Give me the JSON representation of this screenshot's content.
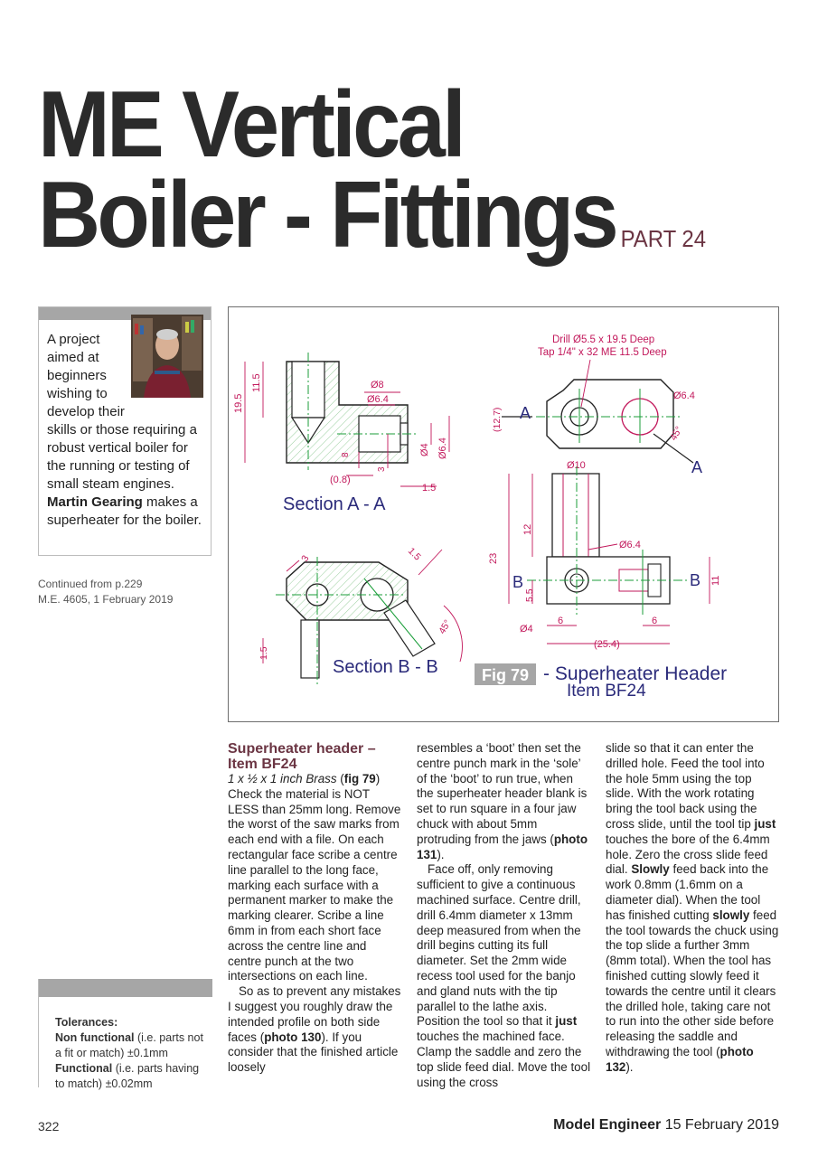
{
  "title": {
    "line1": "ME Vertical",
    "line2": "Boiler - Fittings",
    "part": "PART 24"
  },
  "intro": {
    "line1": "A project",
    "line2": "aimed at",
    "line3": "beginners",
    "line4": "wishing to",
    "line5": "develop their",
    "rest": "skills or those requiring a robust vertical boiler for the running or testing of small steam engines.",
    "author": "Martin Gearing",
    "tail": "makes a superheater for the boiler."
  },
  "continued": {
    "line1": "Continued from p.229",
    "line2": "M.E. 4605, 1 February 2019"
  },
  "figure": {
    "drill_note1": "Drill Ø5.5 x 19.5 Deep",
    "drill_note2": "Tap 1/4\" x 32 ME 11.5 Deep",
    "section_aa": "Section  A - A",
    "section_bb": "Section B - B",
    "fig_label": "Fig 79",
    "caption1": "- Superheater Header",
    "caption2": "Item BF24",
    "dims": {
      "d19_5": "19.5",
      "d11_5": "11.5",
      "dia8": "Ø8",
      "dia6_4a": "Ø6.4",
      "dia4a": "Ø4",
      "dia6_4b": "Ø6.4",
      "d8": "8",
      "d3": "3",
      "d0_8": "(0.8)",
      "d1_5a": "1.5",
      "d12_7": "(12.7)",
      "dia6_4c": "Ø6.4",
      "d45a": "45°",
      "dia10": "Ø10",
      "d12": "12",
      "d23": "23",
      "dia6_4d": "Ø6.4",
      "d5_5": "5.5",
      "dia4b": "Ø4",
      "d6a": "6",
      "d6b": "6",
      "d25_4": "(25.4)",
      "d11": "11",
      "d3b": "3",
      "d1_5b": "1.5",
      "d1_5c": "1.5",
      "d45b": "45°",
      "A1": "A",
      "A2": "A",
      "B1": "B",
      "B2": "B"
    }
  },
  "tolerances": {
    "heading": "Tolerances:",
    "nf_label": "Non functional",
    "nf_text": "(i.e. parts not a fit or match) ±0.1mm",
    "f_label": "Functional",
    "f_text": "(i.e. parts having to match) ±0.02mm"
  },
  "article": {
    "heading": "Superheater header – Item BF24",
    "spec": "1 x ½ x 1 inch Brass",
    "fig_ref": "fig 79",
    "p1": "Check the material is NOT LESS than 25mm long. Remove the worst of the saw marks from each end with a file. On each rectangular face scribe a centre line parallel to the long face, marking each surface with a permanent marker to make the marking clearer. Scribe a line 6mm in from each short face across the centre line and centre punch at the two intersections on each line.",
    "p2a": "So as to prevent any mistakes I suggest you roughly draw the intended profile on both side faces (",
    "photo130": "photo 130",
    "p2b": "). If you consider that the finished article loosely",
    "p3a": "resembles a ‘boot’ then set the centre punch mark in the ‘sole’ of the ‘boot’ to run true, when the superheater header blank is set to run square in a four jaw chuck with about 5mm protruding from the jaws (",
    "photo131": "photo 131",
    "p3b": ").",
    "p4a": "Face off, only removing sufficient to give a continuous machined surface. Centre drill, drill 6.4mm diameter x 13mm deep measured from when the drill begins cutting its full diameter. Set the 2mm wide recess tool used for the banjo and gland nuts with the tip parallel to the lathe axis. Position the tool so that it",
    "just1": "just",
    "p4b": "touches the machined face. Clamp the saddle and zero the top slide feed dial. Move the tool using the cross",
    "p5a": "slide so that it can enter the drilled hole. Feed the tool into the hole 5mm using the top slide. With the work rotating bring the tool back using the cross slide, until the tool tip",
    "just2": "just",
    "p5b": "touches the bore of the 6.4mm hole. Zero the cross slide feed dial.",
    "slowly1": "Slowly",
    "p5c": "feed back into the work 0.8mm (1.6mm on a diameter dial). When the tool has finished cutting",
    "slowly2": "slowly",
    "p5d": "feed the tool towards the chuck using the top slide a further 3mm (8mm total). When the tool has finished cutting slowly feed it towards the centre until it clears the drilled hole, taking care not to run into the other side before releasing the saddle and withdrawing the tool (",
    "photo132": "photo 132",
    "p5e": ")."
  },
  "footer": {
    "page": "322",
    "magazine": "Model Engineer",
    "date": "15 February 2019"
  },
  "colors": {
    "accent": "#6b3543",
    "dim": "#c2185b",
    "centre": "#1b9e3a",
    "label": "#2a2a7a"
  }
}
